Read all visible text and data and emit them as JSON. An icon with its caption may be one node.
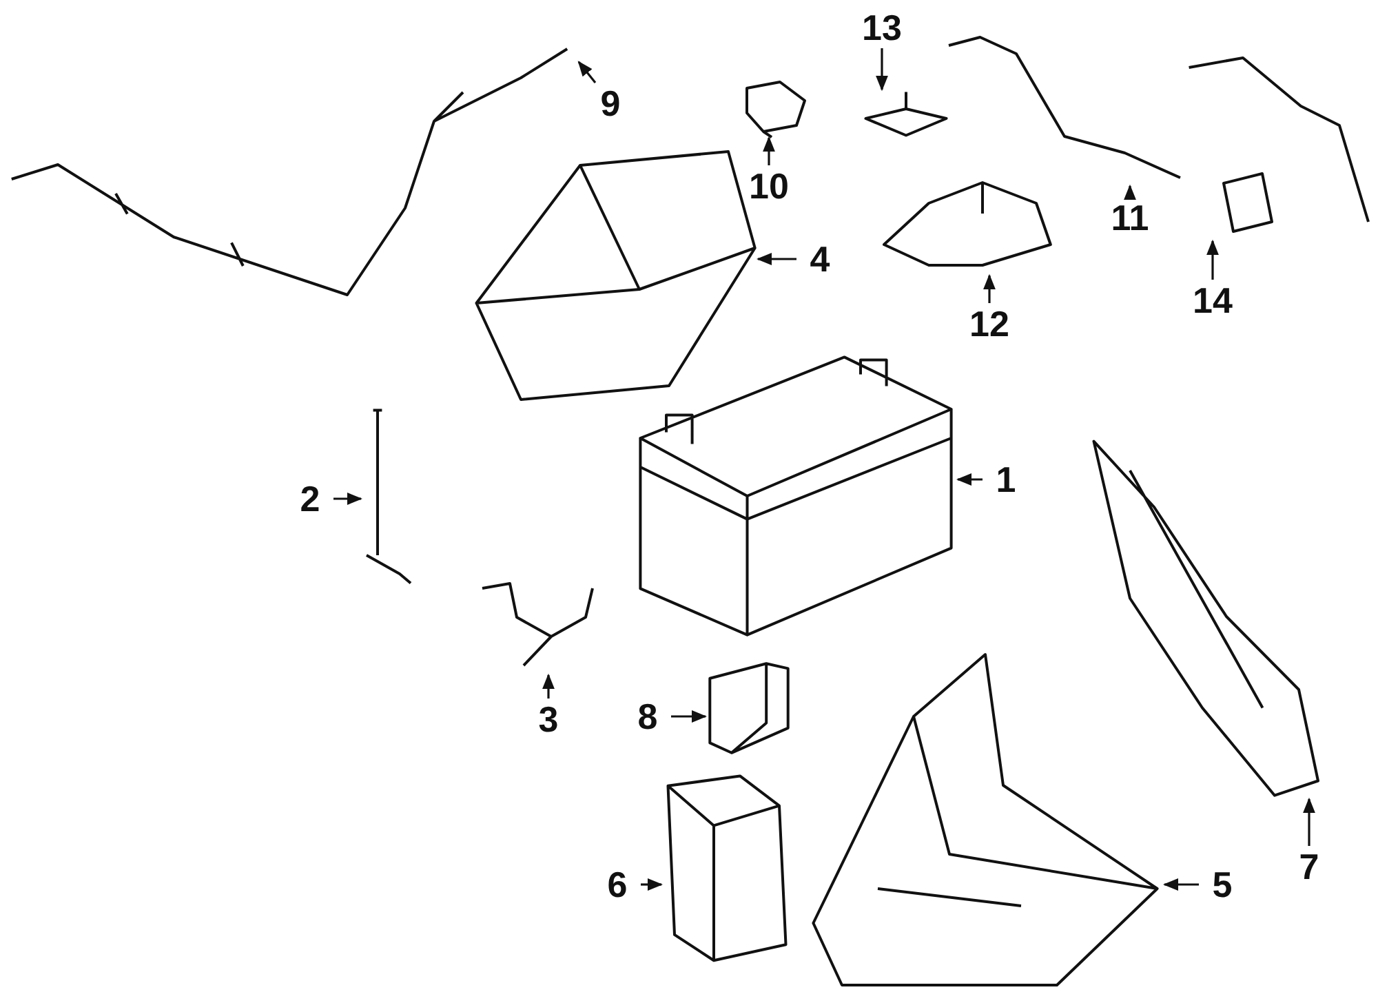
{
  "diagram": {
    "nodes": [
      {
        "text": [
          "1"
        ]
      },
      {
        "text": [
          "2"
        ]
      },
      {
        "text": [
          "3"
        ]
      },
      {
        "text": [
          "4"
        ]
      },
      {
        "text": [
          "5"
        ]
      },
      {
        "text": [
          "6"
        ]
      },
      {
        "text": [
          "7"
        ]
      },
      {
        "text": [
          "8"
        ]
      },
      {
        "text": [
          "9"
        ]
      },
      {
        "text": [
          "10"
        ]
      },
      {
        "text": [
          "11"
        ]
      },
      {
        "text": [
          "12"
        ]
      },
      {
        "text": [
          "13"
        ]
      },
      {
        "text": [
          "14"
        ]
      },
      {
        "text": [],
        "shape": "picture"
      },
      {
        "text": [],
        "shape": "picture"
      },
      {
        "text": [],
        "shape": "picture"
      },
      {
        "text": [],
        "shape": "picture"
      },
      {
        "text": [],
        "shape": "picture"
      },
      {
        "text": [],
        "shape": "picture"
      },
      {
        "text": [],
        "shape": "picture"
      },
      {
        "text": [],
        "shape": "picture"
      },
      {
        "text": [],
        "shape": "picture"
      },
      {
        "text": [],
        "shape": "picture"
      },
      {
        "text": [],
        "shape": "picture"
      },
      {
        "text": [],
        "shape": "picture"
      },
      {
        "text": [],
        "shape": "picture"
      },
      {
        "text": [],
        "shape": "picture"
      }
    ],
    "edges": [
      {
        "from": 0,
        "to": 14,
        "arrow": "to"
      },
      {
        "from": 1,
        "to": 15,
        "arrow": "to"
      },
      {
        "from": 2,
        "to": 16,
        "arrow": "to"
      },
      {
        "from": 3,
        "to": 17,
        "arrow": "to"
      },
      {
        "from": 4,
        "to": 18,
        "arrow": "to"
      },
      {
        "from": 5,
        "to": 19,
        "arrow": "to"
      },
      {
        "from": 6,
        "to": 20,
        "arrow": "to"
      },
      {
        "from": 7,
        "to": 21,
        "arrow": "to"
      },
      {
        "from": 8,
        "to": 22,
        "arrow": "to"
      },
      {
        "from": 9,
        "to": 23,
        "arrow": "to"
      },
      {
        "from": 10,
        "to": 24,
        "arrow": "to"
      },
      {
        "from": 11,
        "to": 25,
        "arrow": "to"
      },
      {
        "from": 12,
        "to": 26,
        "arrow": "to"
      },
      {
        "from": 13,
        "to": 27,
        "arrow": "to"
      }
    ]
  }
}
